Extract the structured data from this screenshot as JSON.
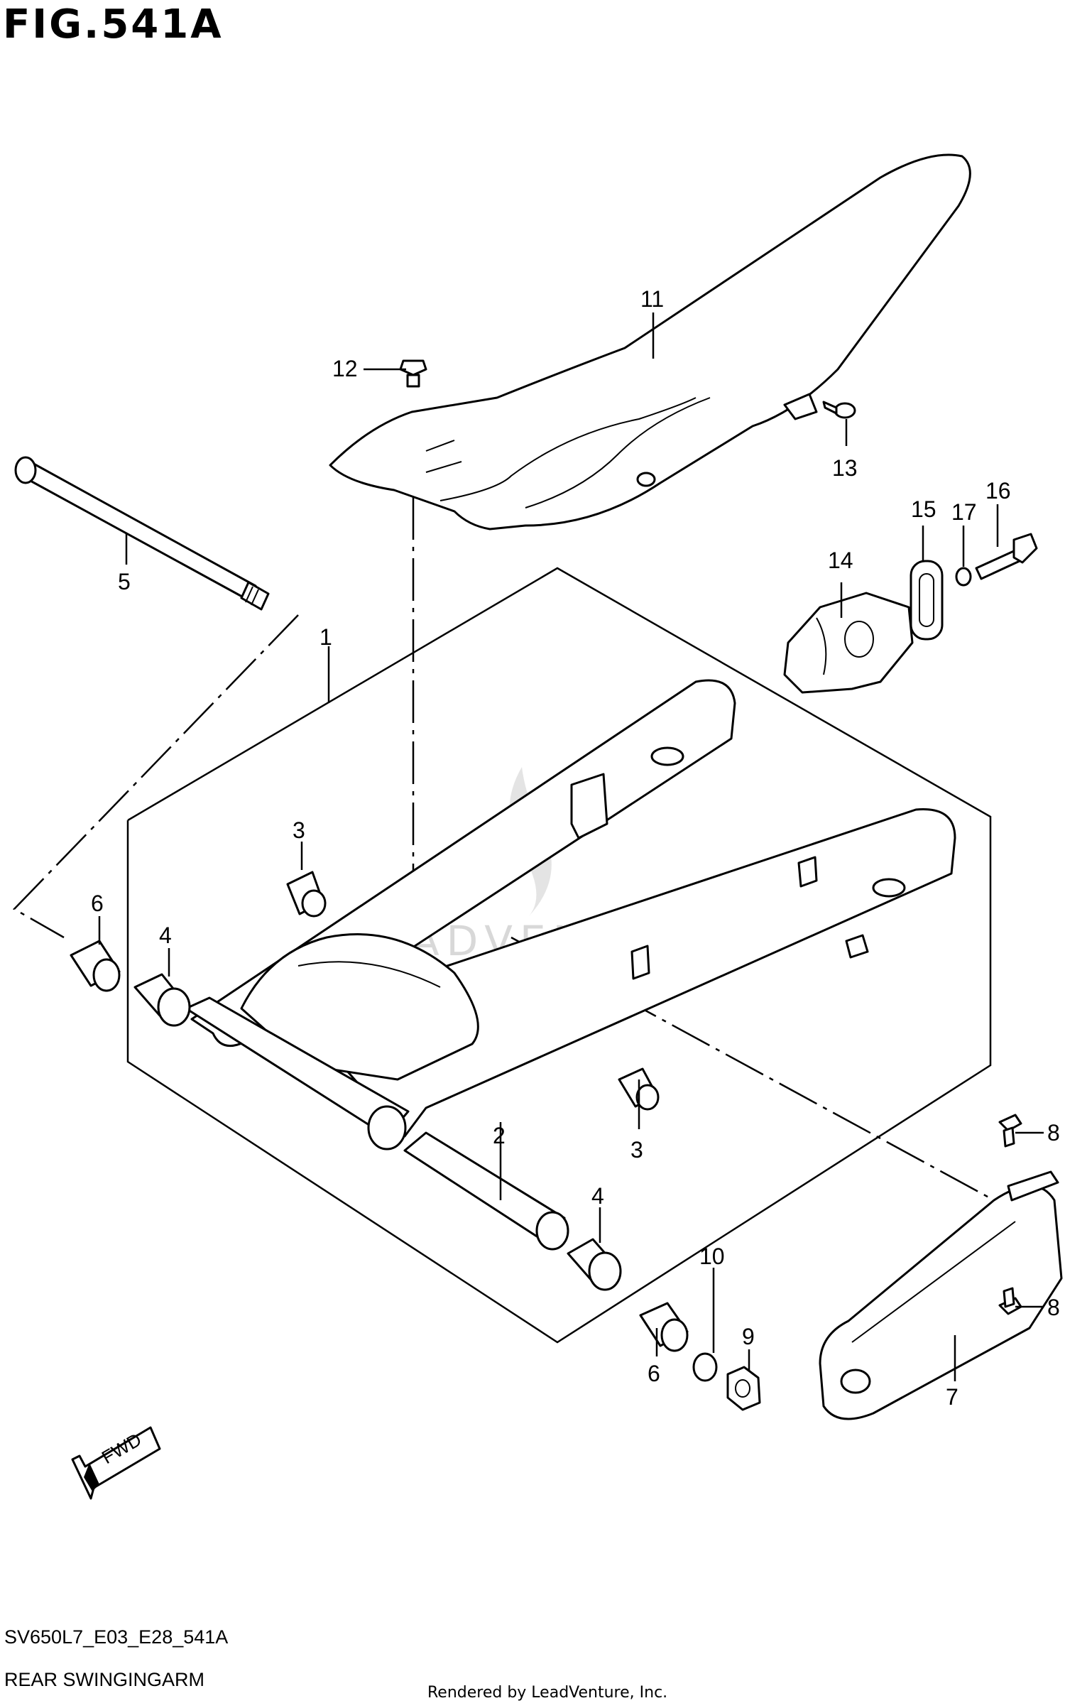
{
  "figure": {
    "title": "FIG.541A",
    "code": "SV650L7_E03_E28_541A",
    "name": "REAR SWINGINGARM",
    "credit": "Rendered by LeadVenture, Inc.",
    "watermark": "LEADVENTURE",
    "fwd_label": "FWD"
  },
  "callouts": [
    {
      "id": "callout-1",
      "label": "1"
    },
    {
      "id": "callout-2",
      "label": "2"
    },
    {
      "id": "callout-3a",
      "label": "3"
    },
    {
      "id": "callout-3b",
      "label": "3"
    },
    {
      "id": "callout-4a",
      "label": "4"
    },
    {
      "id": "callout-4b",
      "label": "4"
    },
    {
      "id": "callout-5",
      "label": "5"
    },
    {
      "id": "callout-6a",
      "label": "6"
    },
    {
      "id": "callout-6b",
      "label": "6"
    },
    {
      "id": "callout-7",
      "label": "7"
    },
    {
      "id": "callout-8a",
      "label": "8"
    },
    {
      "id": "callout-8b",
      "label": "8"
    },
    {
      "id": "callout-9",
      "label": "9"
    },
    {
      "id": "callout-10",
      "label": "10"
    },
    {
      "id": "callout-11",
      "label": "11"
    },
    {
      "id": "callout-12",
      "label": "12"
    },
    {
      "id": "callout-13",
      "label": "13"
    },
    {
      "id": "callout-14",
      "label": "14"
    },
    {
      "id": "callout-15",
      "label": "15"
    },
    {
      "id": "callout-16",
      "label": "16"
    },
    {
      "id": "callout-17",
      "label": "17"
    }
  ]
}
